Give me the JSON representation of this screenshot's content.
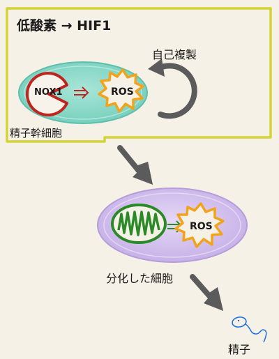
{
  "title": "低酸素 → HIF1",
  "self_renewal_label": "自己複製",
  "stem_cell_label": "精子幹細胞",
  "nox1_label": "NOX1",
  "ros_label_top": "ROS",
  "ros_label_bottom": "ROS",
  "differentiated_label": "分化した細胞",
  "sperm_label": "精子",
  "colors": {
    "niche_border": "#d4d335",
    "stem_cell_fill": "#88d9c9",
    "diff_cell_fill": "#d3bfee",
    "nox1_red": "#c0241e",
    "ros_orange": "#f2a31b",
    "mito_green": "#2b8a28",
    "arrow_gray": "#5b5b5b",
    "sperm_blue": "#1f6fe0"
  }
}
